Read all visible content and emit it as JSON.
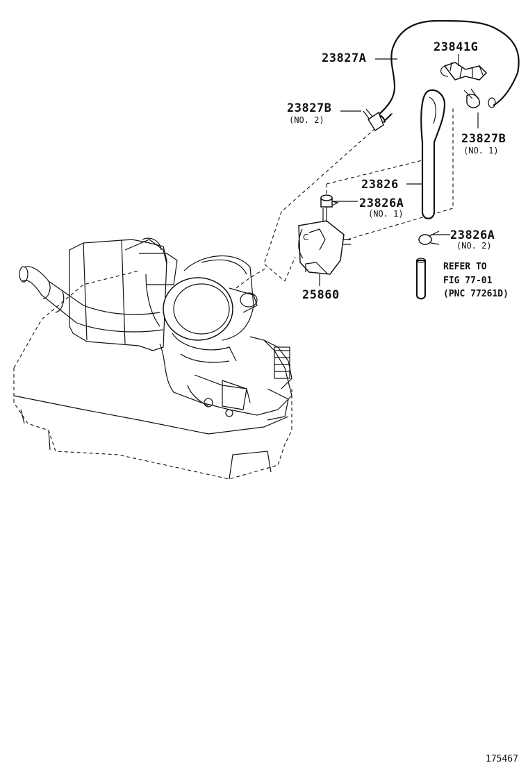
{
  "parts": {
    "p23827A": {
      "number": "23827A"
    },
    "p23841G": {
      "number": "23841G"
    },
    "p23827B_no2": {
      "number": "23827B",
      "note": "(NO. 2)"
    },
    "p23827B_no1": {
      "number": "23827B",
      "note": "(NO. 1)"
    },
    "p23826": {
      "number": "23826"
    },
    "p23826A_no1": {
      "number": "23826A",
      "note": "(NO. 1)"
    },
    "p23826A_no2": {
      "number": "23826A",
      "note": "(NO. 2)"
    },
    "p25860": {
      "number": "25860"
    }
  },
  "reference": {
    "line1": "REFER TO",
    "line2": "FIG 77-01",
    "line3": "(PNC 77261D)"
  },
  "figure_id": "175467"
}
